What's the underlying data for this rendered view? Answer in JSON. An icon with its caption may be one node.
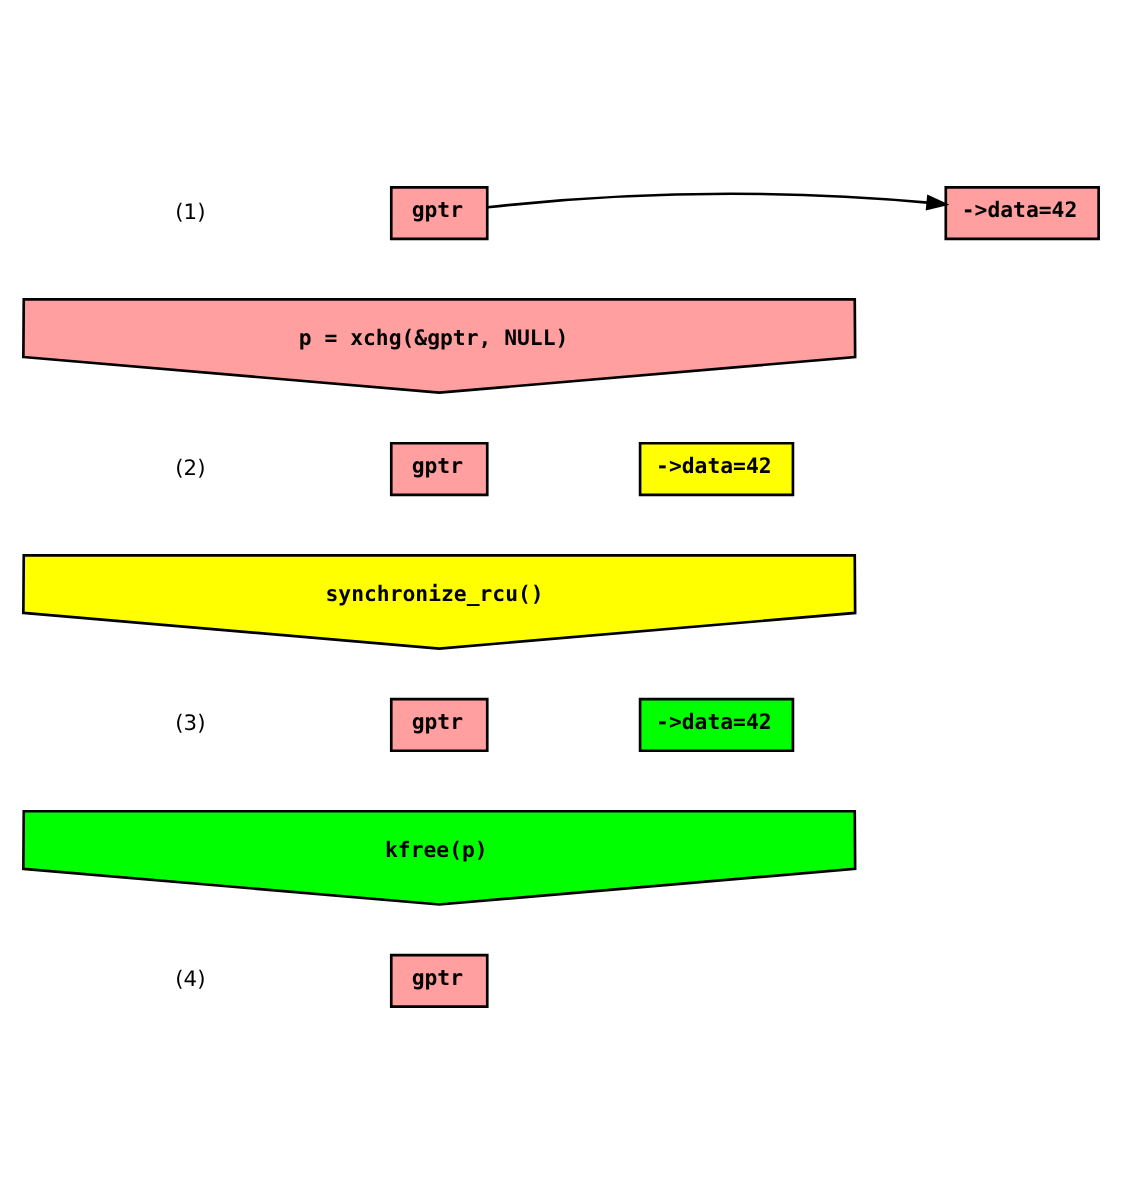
{
  "diagram": {
    "nodes": [
      {
        "text": [
          "gptr"
        ]
      },
      {
        "text": [
          "->data=42"
        ]
      },
      {
        "text": [
          "p = xchg(&gptr, NULL)"
        ]
      },
      {
        "text": [
          "gptr"
        ]
      },
      {
        "text": [
          "->data=42"
        ]
      },
      {
        "text": [
          "synchronize_rcu()"
        ]
      },
      {
        "text": [
          "gptr"
        ]
      },
      {
        "text": [
          "->data=42"
        ]
      },
      {
        "text": [
          "kfree(p)"
        ]
      },
      {
        "text": [
          "gptr"
        ]
      }
    ],
    "edges": [
      {
        "from": 0,
        "to": 1,
        "arrow": "to"
      }
    ],
    "labels": [
      "(1)",
      "(2)",
      "(3)",
      "(4)"
    ]
  }
}
